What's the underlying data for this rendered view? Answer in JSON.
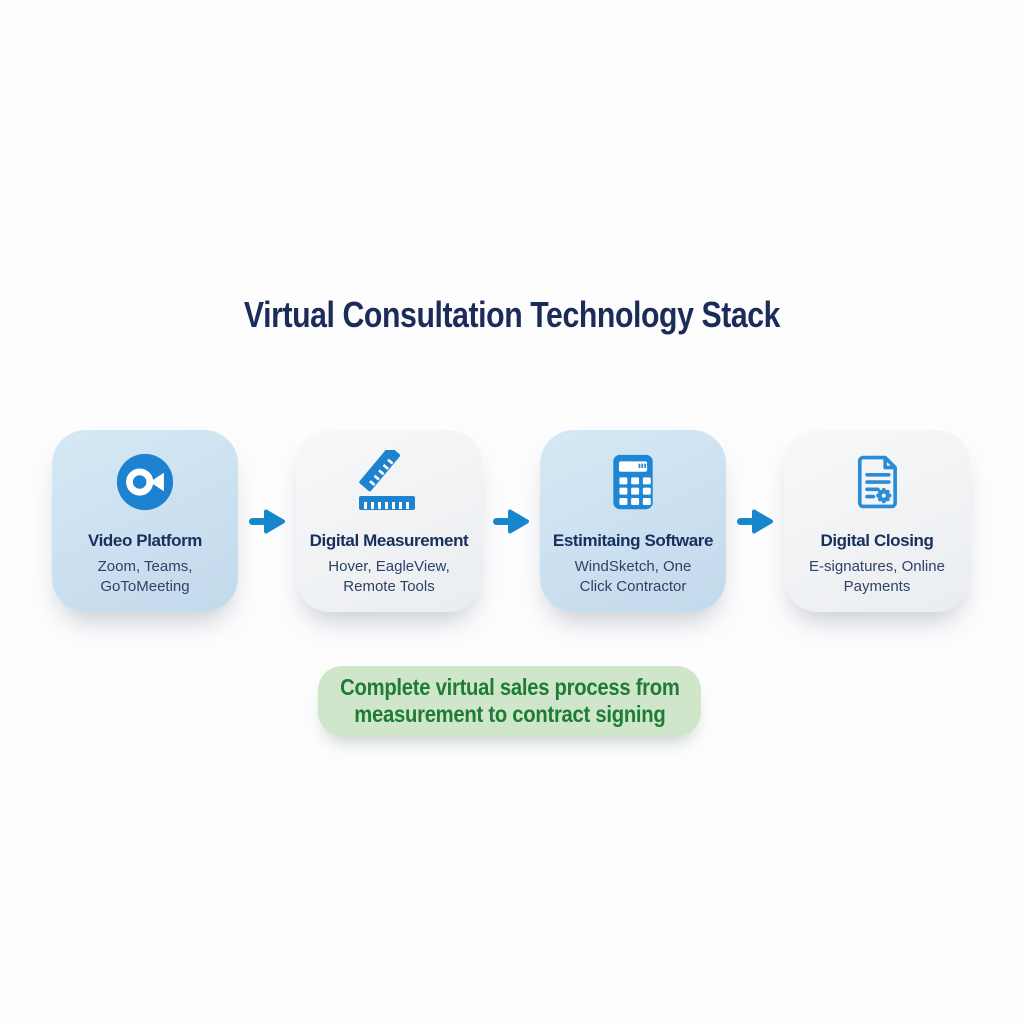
{
  "title": "Virtual Consultation Technology Stack",
  "steps": [
    {
      "icon": "video-camera-icon",
      "title": "Video Platform",
      "subtitle_line1": "Zoom, Teams,",
      "subtitle_line2": "GoToMeeting",
      "card_style": "blue"
    },
    {
      "icon": "ruler-icon",
      "title": "Digital Measurement",
      "subtitle_line1": "Hover, EagleView,",
      "subtitle_line2": "Remote Tools",
      "card_style": "gray"
    },
    {
      "icon": "calculator-icon",
      "title": "Estimitaing Software",
      "subtitle_line1": "WindSketch, One",
      "subtitle_line2": "Click Contractor",
      "card_style": "blue"
    },
    {
      "icon": "document-gear-icon",
      "title": "Digital Closing",
      "subtitle_line1": "E-signatures, Online",
      "subtitle_line2": "Payments",
      "card_style": "gray"
    }
  ],
  "summary_badge": {
    "line1": "Complete virtual sales process from",
    "line2": "measurement to contract signing"
  },
  "colors": {
    "title_navy": "#1b2c59",
    "card_blue": "#cde2f1",
    "card_gray": "#f1f3f5",
    "icon_blue": "#1e84d2",
    "arrow_blue": "#1787cd",
    "badge_green_bg": "#cfe6cb",
    "badge_green_text": "#1e7c35",
    "background": "#fdfdfe"
  }
}
